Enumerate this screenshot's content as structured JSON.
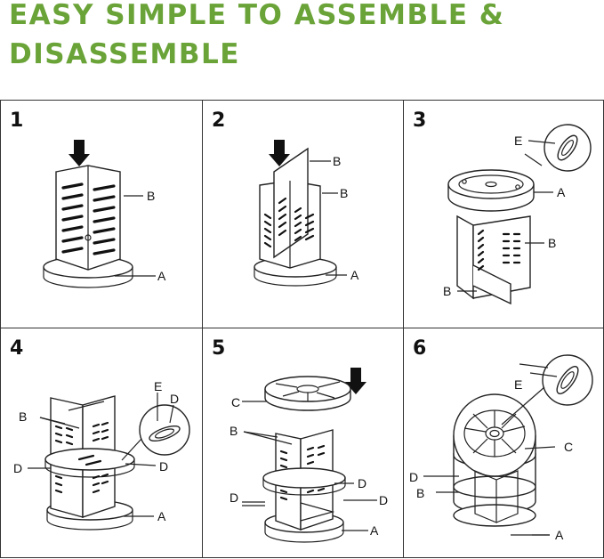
{
  "headline": {
    "line1": "EASY SIMPLE TO ASSEMBLE &",
    "line2": "DISASSEMBLE",
    "color": "#6aa338"
  },
  "steps": [
    {
      "number": "1",
      "labels": [
        "B",
        "A"
      ]
    },
    {
      "number": "2",
      "labels": [
        "B",
        "B",
        "A"
      ]
    },
    {
      "number": "3",
      "labels": [
        "E",
        "A",
        "B",
        "B"
      ]
    },
    {
      "number": "4",
      "labels": [
        "B",
        "E",
        "D",
        "D",
        "D",
        "A"
      ]
    },
    {
      "number": "5",
      "labels": [
        "C",
        "B",
        "D",
        "D",
        "D",
        "A"
      ]
    },
    {
      "number": "6",
      "labels": [
        "E",
        "C",
        "D",
        "B",
        "A"
      ]
    }
  ]
}
